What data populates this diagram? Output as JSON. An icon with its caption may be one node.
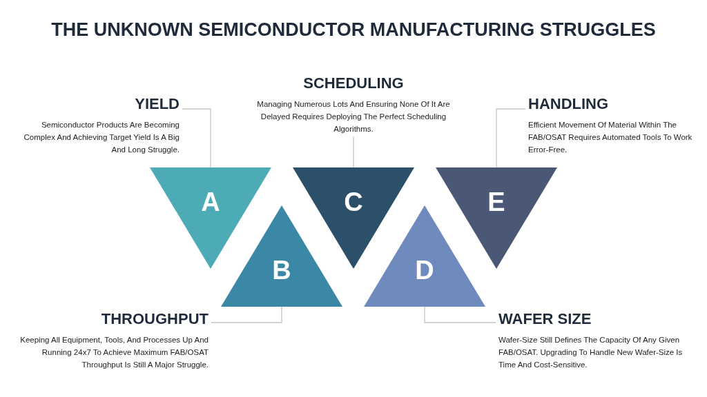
{
  "diagram": {
    "title": "THE UNKNOWN SEMICONDUCTOR MANUFACTURING STRUGGLES",
    "nodes": [
      {
        "text": [
          "YIELD",
          "Semiconductor Products Are Becoming Complex And Achieving Target Yield Is A Big And Long Struggle."
        ]
      },
      {
        "text": [
          "SCHEDULING",
          "Managing Numerous Lots And Ensuring None Of It Are Delayed Requires Deploying The Perfect Scheduling Algorithms."
        ]
      },
      {
        "text": [
          "HANDLING",
          "Efficient Movement Of Material Within The FAB/OSAT Requires Automated Tools To Work Error-Free."
        ]
      },
      {
        "text": [
          "A"
        ]
      },
      {
        "text": [
          "C"
        ]
      },
      {
        "text": [
          "E"
        ]
      },
      {
        "text": [
          "B"
        ]
      },
      {
        "text": [
          "D"
        ]
      },
      {
        "text": [
          "THROUGHPUT",
          "Keeping All Equipment, Tools, And Processes Up And Running 24x7 To Achieve Maximum FAB/OSAT Throughput Is Still A Major Struggle."
        ]
      },
      {
        "text": [
          "WAFER SIZE",
          "Wafer-Size Still Defines The Capacity Of Any Given FAB/OSAT. Upgrading To Handle New Wafer-Size Is Time And Cost-Sensitive."
        ]
      }
    ],
    "edges": [
      {
        "from": 0,
        "to": 3,
        "arrow": "none"
      },
      {
        "from": 1,
        "to": 4,
        "arrow": "none"
      },
      {
        "from": 2,
        "to": 5,
        "arrow": "none"
      },
      {
        "from": 8,
        "to": 6,
        "arrow": "none"
      },
      {
        "from": 9,
        "to": 7,
        "arrow": "none"
      }
    ]
  }
}
